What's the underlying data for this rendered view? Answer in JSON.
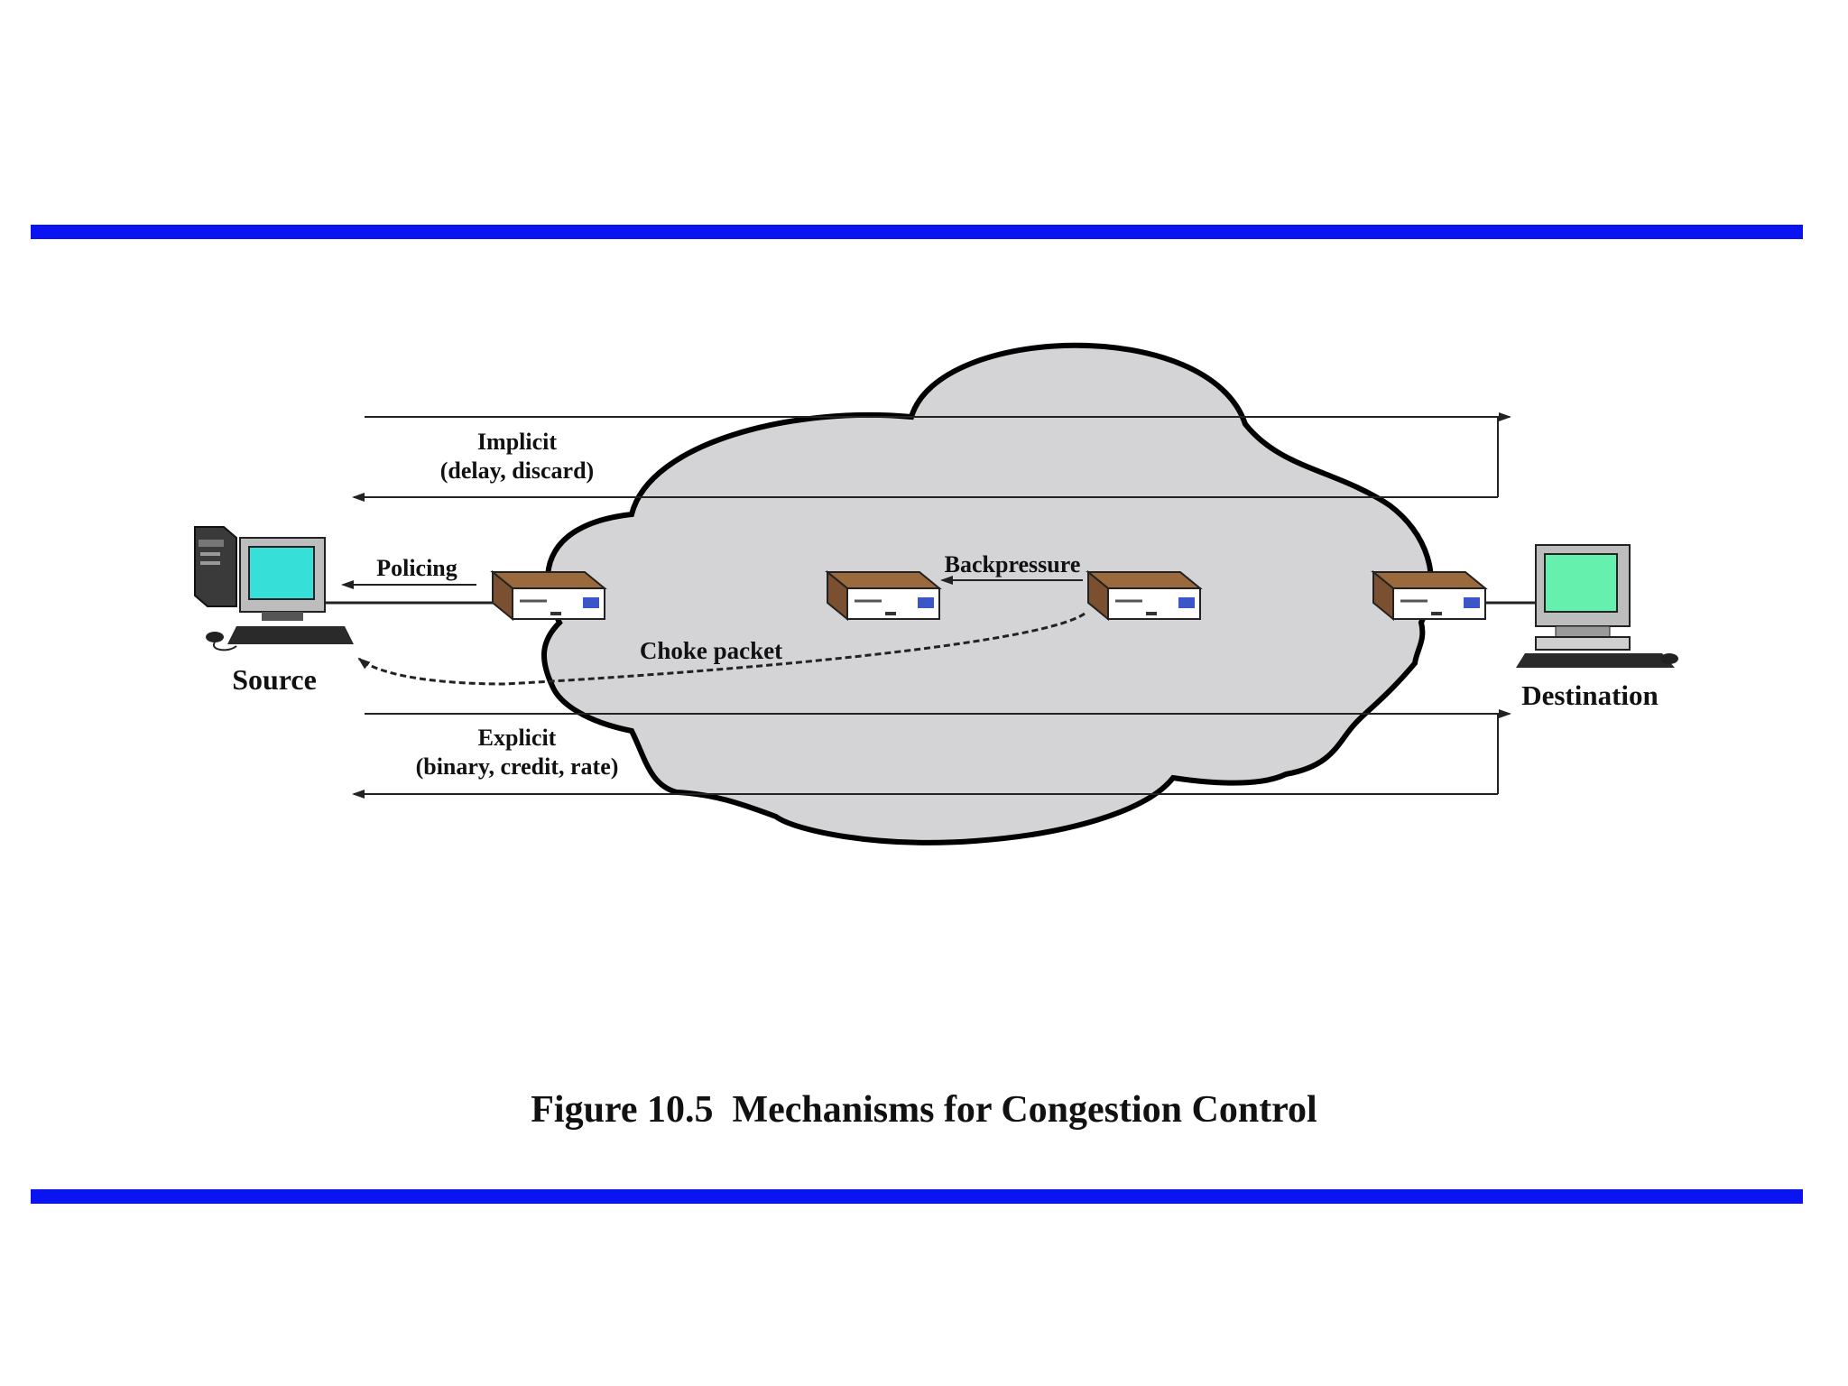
{
  "colors": {
    "rule": "#0a14f0",
    "cloud_fill": "#d4d4d6",
    "cloud_stroke": "#000000",
    "router_top": "#9a6a3c",
    "router_front": "#ffffff",
    "router_accent": "#3b56c8",
    "monitor_screen": "#36e0d8",
    "dest_screen": "#66f0ae",
    "line": "#222222"
  },
  "icons": {
    "source": "desktop-computer-icon",
    "destination": "desktop-computer-icon",
    "router": "router-box-icon",
    "cloud": "network-cloud-icon"
  },
  "labels": {
    "implicit": "Implicit",
    "implicit_detail": "(delay, discard)",
    "policing": "Policing",
    "backpressure": "Backpressure",
    "choke_packet": "Choke packet",
    "source": "Source",
    "destination": "Destination",
    "explicit": "Explicit",
    "explicit_detail": "(binary, credit, rate)"
  },
  "caption": "Figure 10.5  Mechanisms for Congestion Control"
}
